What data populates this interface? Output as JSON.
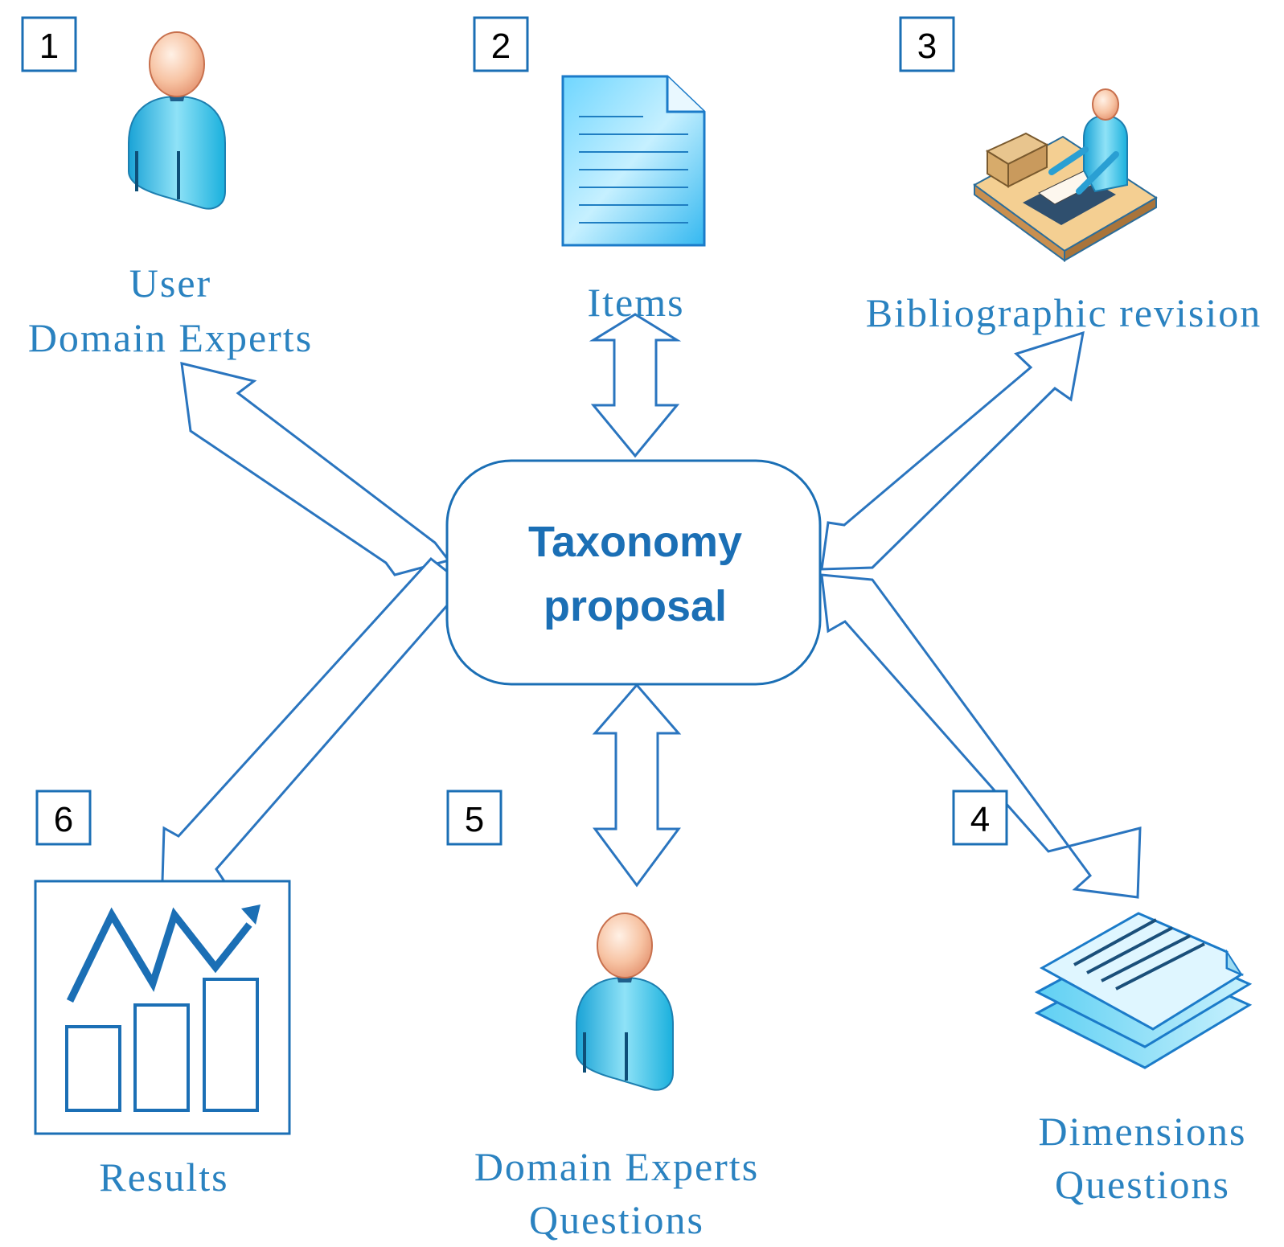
{
  "center": {
    "line1": "Taxonomy",
    "line2": "proposal"
  },
  "steps": {
    "s1": {
      "number": "1",
      "line1": "User",
      "line2": "Domain Experts",
      "icon": "user-icon"
    },
    "s2": {
      "number": "2",
      "line1": "Items",
      "icon": "document-icon"
    },
    "s3": {
      "number": "3",
      "line1": "Bibliographic revision",
      "icon": "person-at-desk-icon"
    },
    "s4": {
      "number": "4",
      "line1": "Dimensions",
      "line2": "Questions",
      "icon": "stacked-documents-icon"
    },
    "s5": {
      "number": "5",
      "line1": "Domain Experts",
      "line2": "Questions",
      "icon": "user-icon"
    },
    "s6": {
      "number": "6",
      "line1": "Results",
      "icon": "bar-chart-trend-icon"
    }
  },
  "colors": {
    "accent": "#1b6fb5",
    "label": "#2a82c0",
    "icon_fill": "#4fc8ee"
  }
}
